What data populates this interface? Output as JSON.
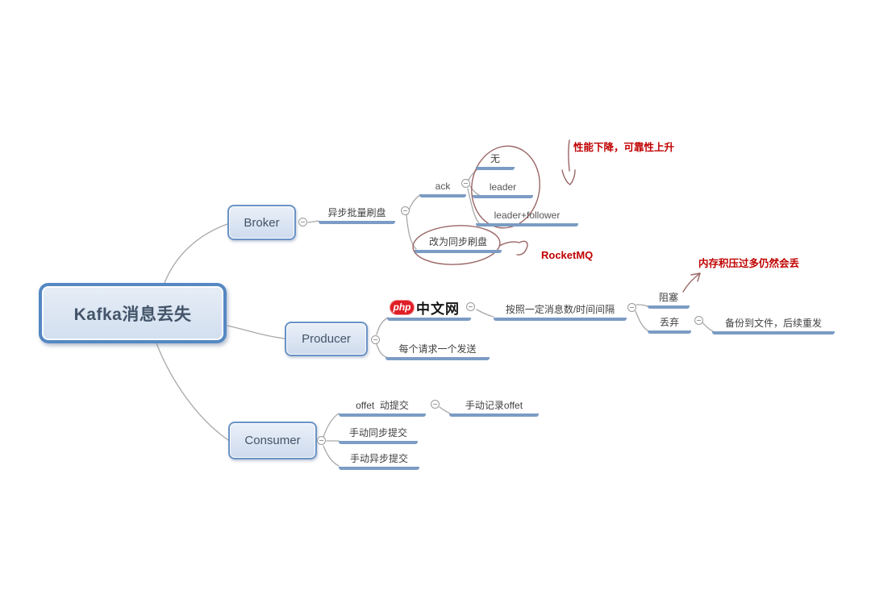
{
  "mindmap": {
    "root": "Kafka消息丢失",
    "topics": {
      "broker": "Broker",
      "producer": "Producer",
      "consumer": "Consumer"
    },
    "broker_branch": {
      "async_flush": "异步批量刷盘",
      "ack": "ack",
      "ack_none": "无",
      "ack_leader": "leader",
      "ack_leader_follower": "leader+follower",
      "sync_flush": "改为同步刷盘"
    },
    "producer_branch": {
      "batch_interval": "按照一定消息数/时间间隔",
      "block": "阻塞",
      "discard": "丢弃",
      "backup": "备份到文件，后续重发",
      "per_request": "每个请求一个发送"
    },
    "consumer_branch": {
      "offset_auto": "offet  动提交",
      "manual_record": "手动记录offet",
      "manual_sync": "手动同步提交",
      "manual_async": "手动异步提交"
    }
  },
  "annotations": {
    "performance_note": "性能下降，可靠性上升",
    "rocketmq_label": "RocketMQ",
    "memory_note": "内存积压过多仍然会丢"
  },
  "watermark": {
    "logo_text": "php",
    "site_text": "中文网"
  },
  "colors": {
    "branch_line": "#7b9cc4",
    "box_border": "#5588c3",
    "text_dark": "#44546a",
    "annotation_red": "#c00000",
    "sketch_stroke": "#9a6565",
    "connector_gray": "#a8a8a8"
  }
}
